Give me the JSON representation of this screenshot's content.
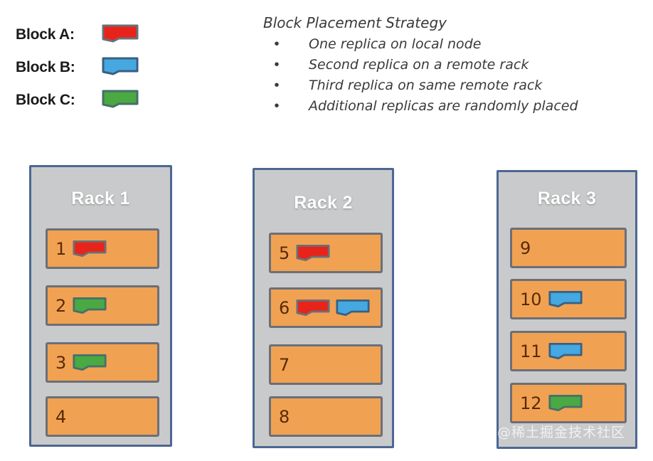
{
  "legend": {
    "items": [
      {
        "label": "Block A:",
        "color": "#e8231a",
        "icon": "block-a-swatch"
      },
      {
        "label": "Block B:",
        "color": "#45a8e0",
        "icon": "block-b-swatch"
      },
      {
        "label": "Block C:",
        "color": "#4aa942",
        "icon": "block-c-swatch"
      }
    ]
  },
  "strategy": {
    "title": "Block Placement Strategy",
    "bullet_glyph": "•",
    "items": [
      "One replica on local node",
      "Second replica on a remote rack",
      "Third replica on same remote rack",
      " Additional replicas are randomly placed"
    ]
  },
  "colors": {
    "block_a": "#e8231a",
    "block_b": "#45a8e0",
    "block_c": "#4aa942",
    "node_fill": "#f0a252",
    "node_border": "#6b6f78",
    "rack_fill": "#c9cacb",
    "rack_border": "#4c6792",
    "block_border": "#6b6f78"
  },
  "racks": [
    {
      "title": "Rack 1",
      "nodes": [
        {
          "number": "1",
          "blocks": [
            "block_a"
          ]
        },
        {
          "number": "2",
          "blocks": [
            "block_c"
          ]
        },
        {
          "number": "3",
          "blocks": [
            "block_c"
          ]
        },
        {
          "number": "4",
          "blocks": []
        }
      ]
    },
    {
      "title": "Rack 2",
      "nodes": [
        {
          "number": "5",
          "blocks": [
            "block_a"
          ]
        },
        {
          "number": "6",
          "blocks": [
            "block_a",
            "block_b"
          ]
        },
        {
          "number": "7",
          "blocks": []
        },
        {
          "number": "8",
          "blocks": []
        }
      ]
    },
    {
      "title": "Rack 3",
      "nodes": [
        {
          "number": "9",
          "blocks": []
        },
        {
          "number": "10",
          "blocks": [
            "block_b"
          ]
        },
        {
          "number": "11",
          "blocks": [
            "block_b"
          ]
        },
        {
          "number": "12",
          "blocks": [
            "block_c"
          ]
        }
      ]
    }
  ],
  "watermark": "@稀土掘金技术社区"
}
